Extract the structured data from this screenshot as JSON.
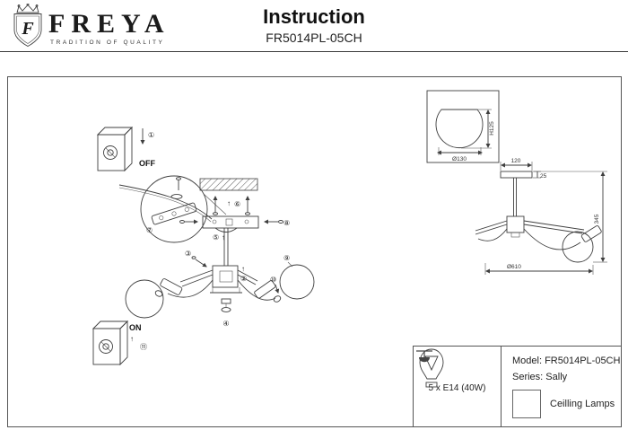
{
  "header": {
    "brand": "FREYA",
    "tagline": "TRADITION OF QUALITY",
    "logo_letter": "F",
    "title": "Instruction",
    "model": "FR5014PL-05CH"
  },
  "diagram": {
    "off_label": "OFF",
    "on_label": "ON",
    "arrow_down": "↓",
    "arrow_up": "↑",
    "steps": {
      "s1": "①",
      "s2": "②",
      "s3": "③",
      "s4": "④",
      "s5": "⑤",
      "s6": "⑥",
      "s7": "⑦",
      "s8": "⑧",
      "s9": "⑨",
      "s10": "⑩",
      "s11": "⑪"
    }
  },
  "dimensions": {
    "globe_diameter": "Ø130",
    "globe_height": "H125",
    "canopy_width": "120",
    "canopy_thickness": "25",
    "fixture_height": "345",
    "fixture_diameter": "Ø610"
  },
  "spec_table": {
    "model": "Model: FR5014PL-05CH",
    "series": "Series: Sally",
    "bulbs": "5 x E14 (40W)",
    "category": "Ceilling Lamps"
  }
}
